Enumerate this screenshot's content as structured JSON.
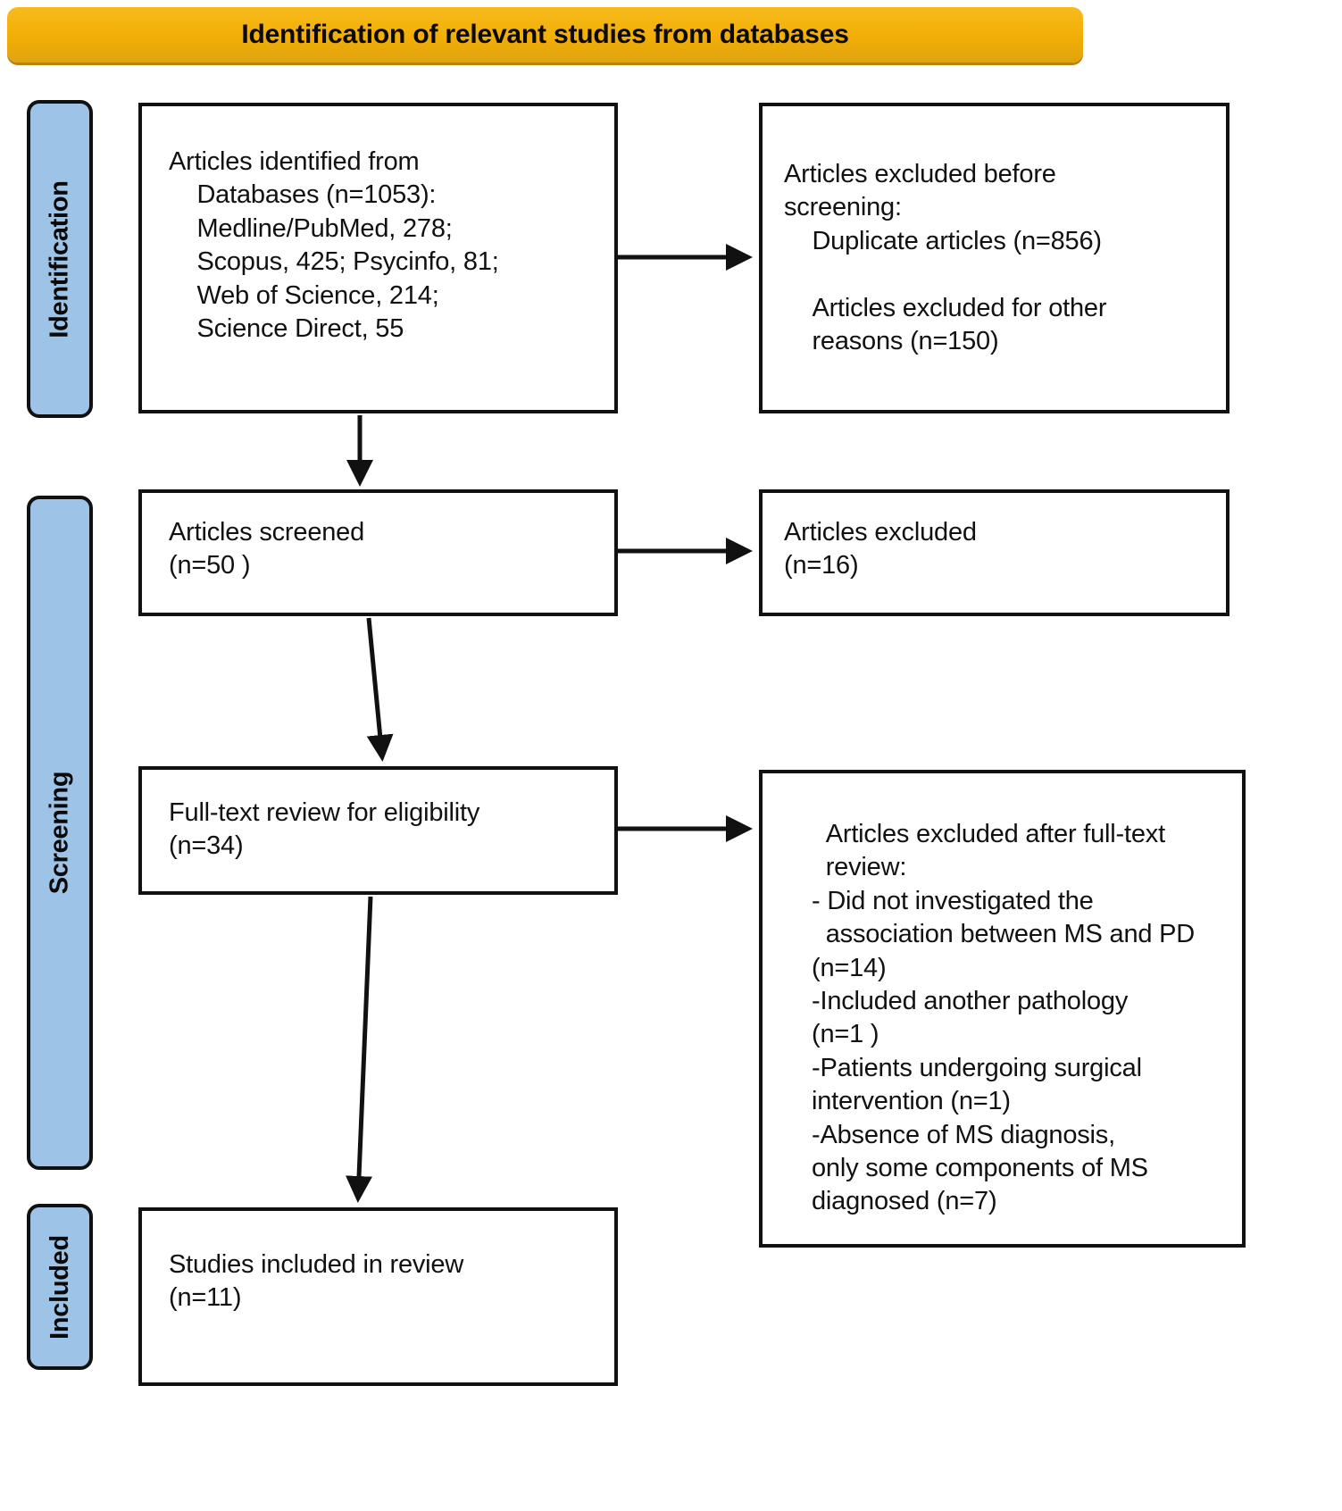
{
  "banner": {
    "title": "Identification of relevant studies from databases",
    "color": "#F2AE06"
  },
  "stages": {
    "identification": "Identification",
    "screening": "Screening",
    "included": "Included",
    "color": "#9DC3E6"
  },
  "boxes": {
    "identified": {
      "text": "Articles identified from\n    Databases (n=1053):\n    Medline/PubMed, 278;\n    Scopus, 425; Psycinfo, 81;\n    Web of Science, 214;\n    Science Direct, 55"
    },
    "excluded_before_screening": {
      "text": "Articles excluded before\nscreening:\n    Duplicate articles (n=856)\n\n    Articles excluded for other\n    reasons (n=150)"
    },
    "screened": {
      "text": "Articles screened\n(n=50 )"
    },
    "excluded_screening": {
      "text": "Articles excluded\n(n=16)"
    },
    "fulltext_review": {
      "text": "Full-text review for eligibility\n(n=34)"
    },
    "excluded_fulltext": {
      "text": "  Articles excluded after full-text\n  review:\n- Did not investigated the\n  association between MS and PD\n(n=14)\n-Included another pathology\n(n=1 )\n-Patients undergoing surgical\nintervention (n=1)\n-Absence of MS diagnosis,\nonly some components of MS\ndiagnosed (n=7)"
    },
    "included": {
      "text": "Studies included in review\n(n=11)"
    }
  },
  "flow_data": {
    "type": "prisma-flow",
    "records_identified_total": 1053,
    "sources": [
      {
        "name": "Medline/PubMed",
        "count": 278
      },
      {
        "name": "Scopus",
        "count": 425
      },
      {
        "name": "Psycinfo",
        "count": 81
      },
      {
        "name": "Web of Science",
        "count": 214
      },
      {
        "name": "Science Direct",
        "count": 55
      }
    ],
    "excluded_before_screening": [
      {
        "reason": "Duplicate articles",
        "count": 856
      },
      {
        "reason": "Articles excluded for other reasons",
        "count": 150
      }
    ],
    "screened": 50,
    "excluded_at_screening": 16,
    "fulltext_reviewed": 34,
    "excluded_after_fulltext": [
      {
        "reason": "Did not investigated the association between MS and PD",
        "count": 14
      },
      {
        "reason": "Included another pathology",
        "count": 1
      },
      {
        "reason": "Patients undergoing surgical intervention",
        "count": 1
      },
      {
        "reason": "Absence of MS diagnosis, only some components of MS diagnosed",
        "count": 7
      }
    ],
    "included_in_review": 11
  }
}
